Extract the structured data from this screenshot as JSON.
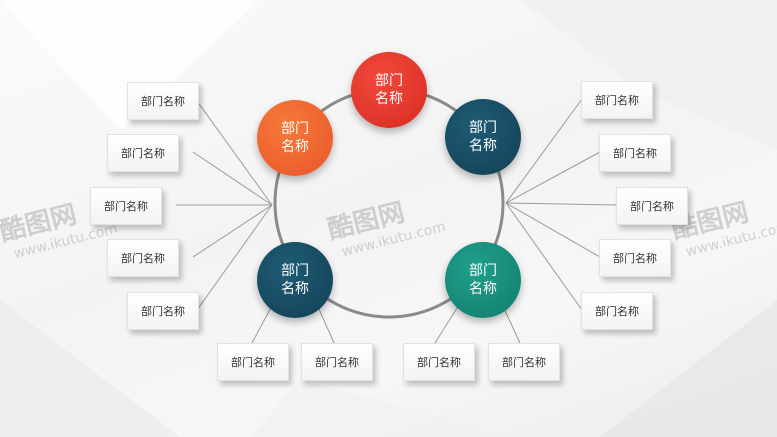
{
  "nodes": [
    {
      "id": "top",
      "line1": "部门",
      "line2": "名称",
      "color": "#e8352c"
    },
    {
      "id": "upper-left",
      "line1": "部门",
      "line2": "名称",
      "color": "#f0622d"
    },
    {
      "id": "upper-right",
      "line1": "部门",
      "line2": "名称",
      "color": "#174b62"
    },
    {
      "id": "lower-left",
      "line1": "部门",
      "line2": "名称",
      "color": "#174b62"
    },
    {
      "id": "lower-right",
      "line1": "部门",
      "line2": "名称",
      "color": "#168977"
    }
  ],
  "boxes": {
    "left": [
      "部门名称",
      "部门名称",
      "部门名称",
      "部门名称",
      "部门名称"
    ],
    "right": [
      "部门名称",
      "部门名称",
      "部门名称",
      "部门名称",
      "部门名称"
    ],
    "bottom_left": [
      "部门名称",
      "部门名称"
    ],
    "bottom_right": [
      "部门名称",
      "部门名称"
    ]
  },
  "watermark": {
    "logo": "酷图网",
    "url": "www.ikutu.com"
  },
  "colors": {
    "ring": "#8a8a8a",
    "connector": "#9a9a9a"
  }
}
